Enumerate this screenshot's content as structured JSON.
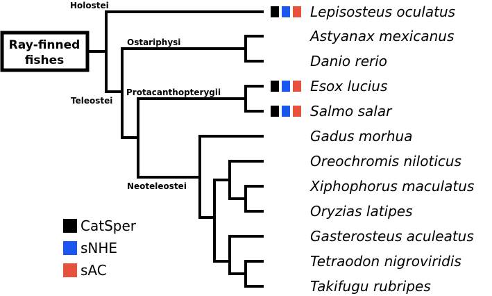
{
  "root": {
    "line1": "Ray-finned",
    "line2": "fishes"
  },
  "clades": {
    "holostei": "Holostei",
    "teleostei": "Teleostei",
    "ostariphysi": "Ostariphysi",
    "protacanthopterygii": "Protacanthopterygii",
    "neoteleostei": "Neoteleostei"
  },
  "species": [
    {
      "name": "Lepisosteus oculatus",
      "catsper": true,
      "snhe": true,
      "sac": true
    },
    {
      "name": "Astyanax mexicanus",
      "catsper": false,
      "snhe": false,
      "sac": false
    },
    {
      "name": "Danio rerio",
      "catsper": false,
      "snhe": false,
      "sac": false
    },
    {
      "name": "Esox lucius",
      "catsper": true,
      "snhe": true,
      "sac": true
    },
    {
      "name": "Salmo salar",
      "catsper": true,
      "snhe": true,
      "sac": true
    },
    {
      "name": "Gadus morhua",
      "catsper": false,
      "snhe": false,
      "sac": false
    },
    {
      "name": "Oreochromis niloticus",
      "catsper": false,
      "snhe": false,
      "sac": false
    },
    {
      "name": "Xiphophorus maculatus",
      "catsper": false,
      "snhe": false,
      "sac": false
    },
    {
      "name": "Oryzias latipes",
      "catsper": false,
      "snhe": false,
      "sac": false
    },
    {
      "name": "Gasterosteus aculeatus",
      "catsper": false,
      "snhe": false,
      "sac": false
    },
    {
      "name": "Tetraodon nigroviridis",
      "catsper": false,
      "snhe": false,
      "sac": false
    },
    {
      "name": "Takifugu rubripes",
      "catsper": false,
      "snhe": false,
      "sac": false
    }
  ],
  "legend": [
    {
      "label": "CatSper",
      "color": "#000000"
    },
    {
      "label": "sNHE",
      "color": "#1a56f0"
    },
    {
      "label": "sAC",
      "color": "#e8513b"
    }
  ]
}
